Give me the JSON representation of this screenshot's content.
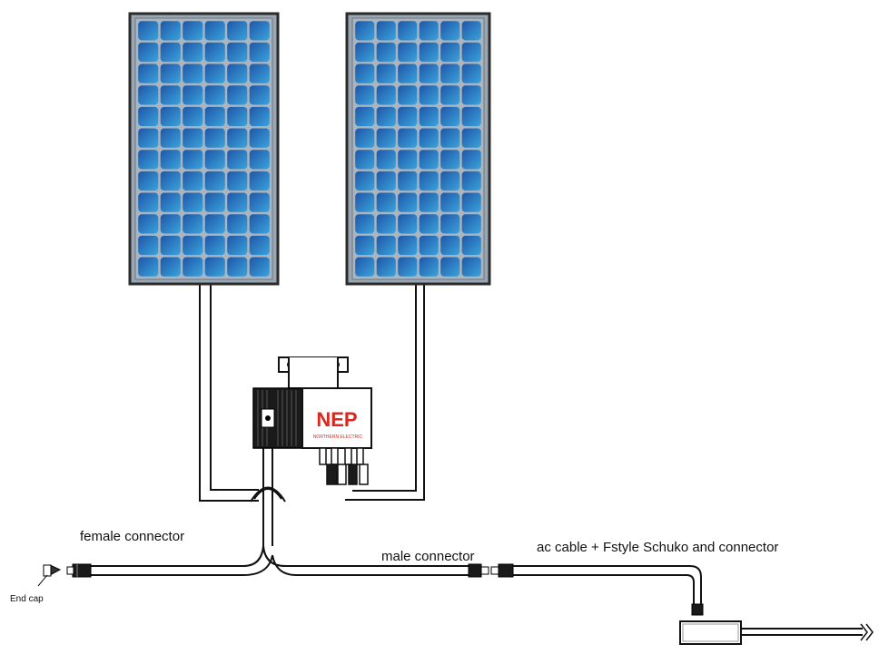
{
  "labels": {
    "female_connector": "female connector",
    "male_connector": "male connector",
    "ac_cable": "ac cable +  Fstyle Schuko  and connector",
    "end_cap": "End cap"
  },
  "inverter": {
    "brand": "NEP",
    "brand_subtitle": "NORTHERN ELECTRIC"
  },
  "panels": [
    {
      "id": "left",
      "rows": 12,
      "cols": 6
    },
    {
      "id": "right",
      "rows": 12,
      "cols": 6
    }
  ],
  "colors": {
    "cell_dark": "#1f56a8",
    "cell_light": "#3aa3dc",
    "panel_bg": "#9aa7b3",
    "frame": "#2b2b2b",
    "brand_red": "#d8281f"
  }
}
